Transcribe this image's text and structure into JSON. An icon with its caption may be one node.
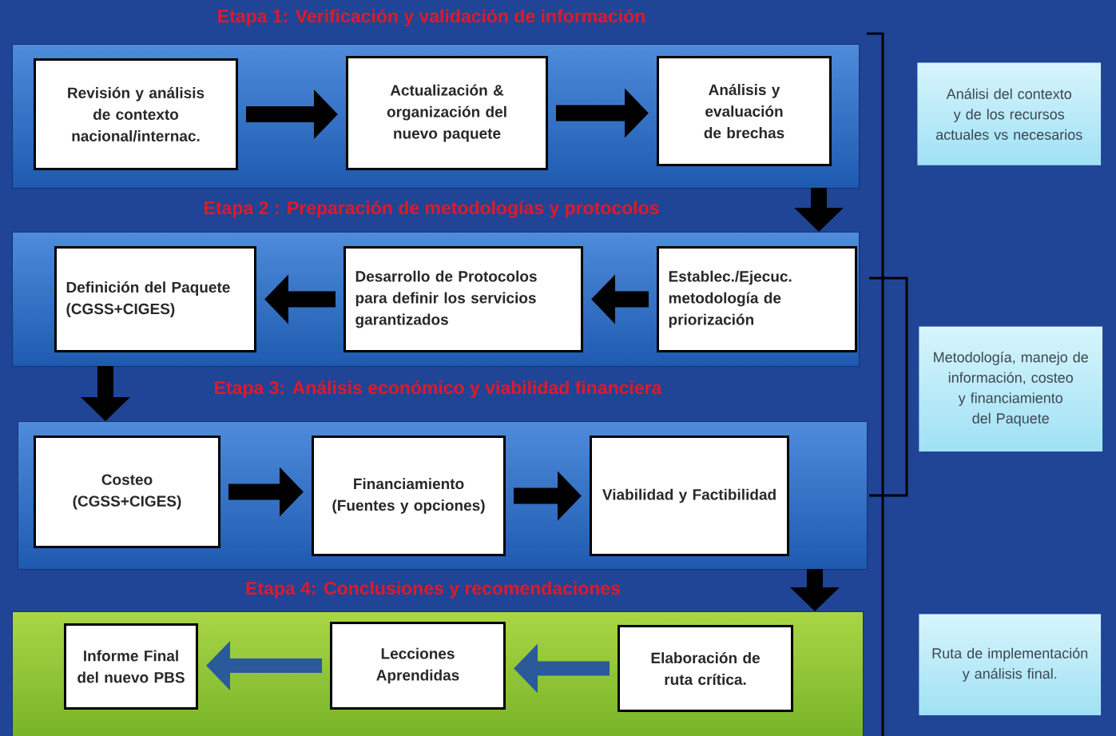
{
  "diagram": {
    "nodes": [
      {
        "text": [
          "Etapa 1: Verificación y validación de información"
        ]
      },
      {
        "text": [
          "Revisión y análisis de contexto nacional/internac."
        ],
        "in": 0
      },
      {
        "text": [
          "Actualización & organización del nuevo paquete"
        ],
        "in": 0
      },
      {
        "text": [
          "Análisis y evaluación de brechas"
        ],
        "in": 0
      },
      {
        "text": [
          "Etapa 2 : Preparación de metodologías y protocolos"
        ]
      },
      {
        "text": [
          "Definición del Paquete (CGSS+CIGES)"
        ],
        "in": 4
      },
      {
        "text": [
          "Desarrollo de Protocolos para definir los servicios garantizados"
        ],
        "in": 4
      },
      {
        "text": [
          "Establec./Ejecuc. metodología de priorización"
        ],
        "in": 4
      },
      {
        "text": [
          "Etapa 3: Análisis económico y viabilidad financiera"
        ]
      },
      {
        "text": [
          "Costeo (CGSS+CIGES)"
        ],
        "in": 8
      },
      {
        "text": [
          "Financiamiento (Fuentes y opciones)"
        ],
        "in": 8
      },
      {
        "text": [
          "Viabilidad y Factibilidad"
        ],
        "in": 8
      },
      {
        "text": [
          "Etapa 4: Conclusiones y recomendaciones"
        ]
      },
      {
        "text": [
          "Informe Final del nuevo PBS"
        ],
        "in": 12
      },
      {
        "text": [
          "Lecciones Aprendidas"
        ],
        "in": 12
      },
      {
        "text": [
          "Elaboración de ruta crítica."
        ],
        "in": 12
      },
      {
        "text": [
          "Análisi del contexto y de los recursos actuales vs necesarios"
        ]
      },
      {
        "text": [
          "Metodología, manejo de información, costeo y financiamiento del Paquete"
        ]
      },
      {
        "text": [
          "Ruta de implementación y análisis final."
        ]
      }
    ],
    "edges": [
      {
        "from": 1,
        "to": 2,
        "arrow": "to"
      },
      {
        "from": 2,
        "to": 3,
        "arrow": "to"
      },
      {
        "from": 0,
        "to": 4,
        "arrow": "to"
      },
      {
        "from": 7,
        "to": 6,
        "arrow": "to"
      },
      {
        "from": 6,
        "to": 5,
        "arrow": "to"
      },
      {
        "from": 4,
        "to": 8,
        "arrow": "to"
      },
      {
        "from": 9,
        "to": 10,
        "arrow": "to"
      },
      {
        "from": 10,
        "to": 11,
        "arrow": "to"
      },
      {
        "from": 8,
        "to": 12,
        "arrow": "to"
      },
      {
        "from": 15,
        "to": 14,
        "arrow": "to",
        "color": "#2a5a9a"
      },
      {
        "from": 14,
        "to": 13,
        "arrow": "to",
        "color": "#2a5a9a"
      }
    ]
  }
}
